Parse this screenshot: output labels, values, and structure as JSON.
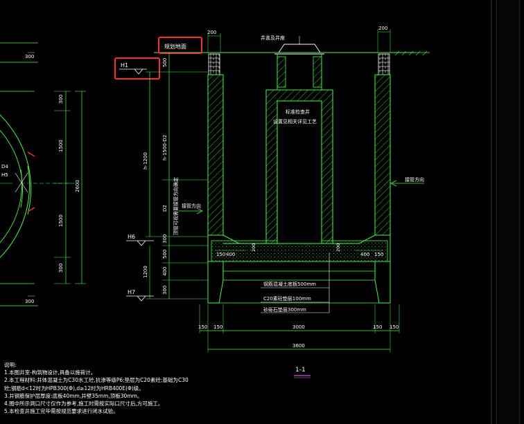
{
  "labels": {
    "planned_ground": "规划地面",
    "h1": "H1",
    "h6": "H6",
    "h7": "H7",
    "d4": "D4",
    "h5": "H5",
    "well_cover": "井盖及井座",
    "standard_shaft": "标准检查井",
    "shaft_note": "设置见相关详见工艺",
    "inflow_direction": "接管方向",
    "outflow_direction": "接管方向",
    "pipe_note": "顶管可视需要接管方向确定",
    "base_1": "钢筋混凝土底板500mm",
    "base_2": "C20素砼垫层100mm",
    "base_3": "砂砾石垫层300mm",
    "section_title": "1-1"
  },
  "dims": {
    "top_left_200": "200",
    "top_right_200": "200",
    "plan_300_top": "300",
    "plan_300_bottom": "300",
    "plan_300_a": "300",
    "plan_1500_a": "1500",
    "plan_2600": "2600",
    "plan_1500_b": "1500",
    "plan_300_b": "300",
    "v_500_top": "500",
    "v_h_1500_d2": "h-1500-D2",
    "v_h_1200": "h-1200",
    "v_d2": "D2",
    "v_300": "300",
    "v_500": "500",
    "v_400": "400",
    "v_1200": "1200",
    "v_300b": "300",
    "slab_150_400_left_a": "150",
    "slab_150_400_left_b": "400",
    "slab_400_150_right_a": "400",
    "slab_400_150_right_b": "150",
    "slab_200_left": "200",
    "slab_200_right": "200",
    "b_150_a": "150",
    "b_150_b": "150",
    "b_3000": "3000",
    "b_150_c": "150",
    "b_150_d": "150",
    "b_3600": "3600"
  },
  "notes": {
    "title": "说明:",
    "items": [
      "1.本图井室-构筑物设计,具备以施荷计。",
      "2.本工程材料:井体混凝土为C30水工砼,抗渗等级P6;垫层为C20素砼;基础为C30",
      "   砼;钢筋d<12时为HPB300(Φ),d≥12时为HRB400E(Φ)级。",
      "3.井钢筋保护层厚度:底板40mm,井壁35mm,顶板30mm。",
      "4.图中所示洞口尺寸仅作为参考,施工时需按实际口尺寸后,方可施工。",
      "5.本检查井施工完毕需按规范要求进行闭水试验。"
    ]
  },
  "colors": {
    "linework": "#3cff3c",
    "annotation": "#ffffff",
    "highlight": "#ff2a2a",
    "background": "#000000"
  }
}
